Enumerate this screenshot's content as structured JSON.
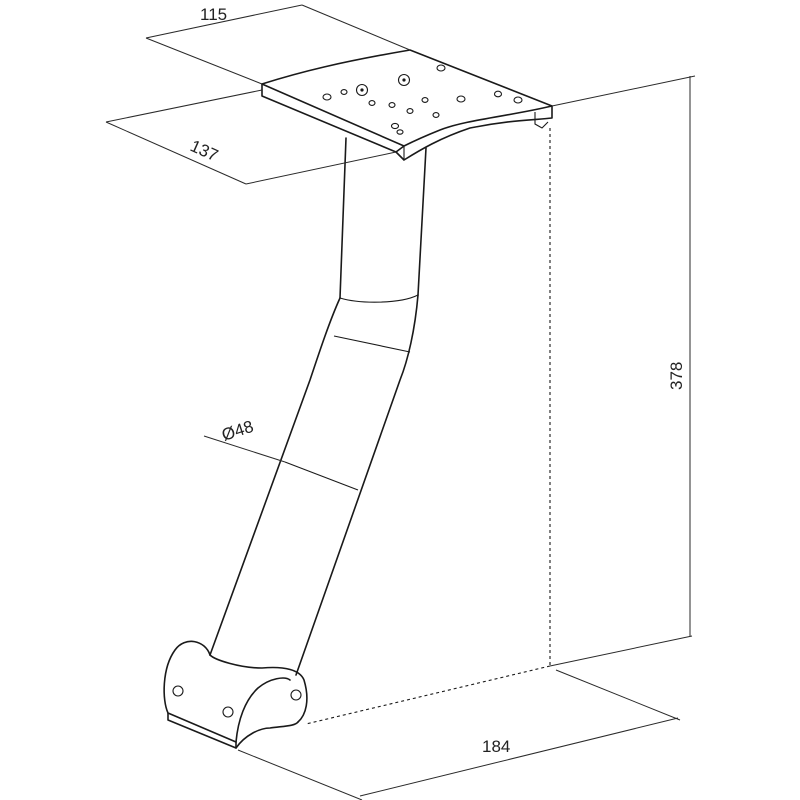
{
  "dimensions": {
    "plate_width": "115",
    "plate_depth": "137",
    "tube_diameter": "Ø48",
    "total_height": "378",
    "horizontal_offset": "184"
  },
  "colors": {
    "line": "#1a1a1a",
    "background": "#ffffff"
  }
}
